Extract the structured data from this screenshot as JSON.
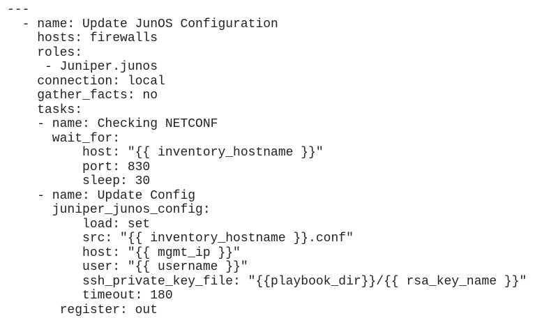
{
  "meta": {
    "background_color": "#ffffff",
    "text_color": "#222222"
  },
  "code": {
    "language": "yaml",
    "lines": [
      "---",
      "  - name: Update JunOS Configuration",
      "    hosts: firewalls",
      "    roles:",
      "     - Juniper.junos",
      "    connection: local",
      "    gather_facts: no",
      "    tasks:",
      "    - name: Checking NETCONF",
      "      wait_for:",
      "          host: \"{{ inventory_hostname }}\"",
      "          port: 830",
      "          sleep: 30",
      "    - name: Update Config",
      "      juniper_junos_config:",
      "          load: set",
      "          src: \"{{ inventory_hostname }}.conf\"",
      "          host: \"{{ mgmt_ip }}\"",
      "          user: \"{{ username }}\"",
      "          ssh_private_key_file: \"{{playbook_dir}}/{{ rsa_key_name }}\"",
      "          timeout: 180",
      "       register: out"
    ]
  }
}
